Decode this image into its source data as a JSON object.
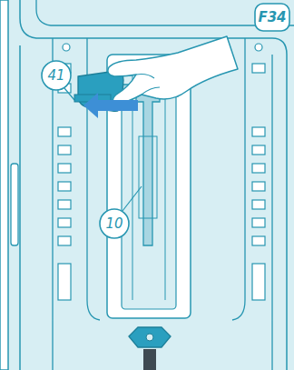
{
  "diagram": {
    "nodes": [
      {
        "text": [
          "F34"
        ]
      },
      {
        "text": [
          "41"
        ]
      },
      {
        "text": [
          "10"
        ]
      }
    ]
  }
}
